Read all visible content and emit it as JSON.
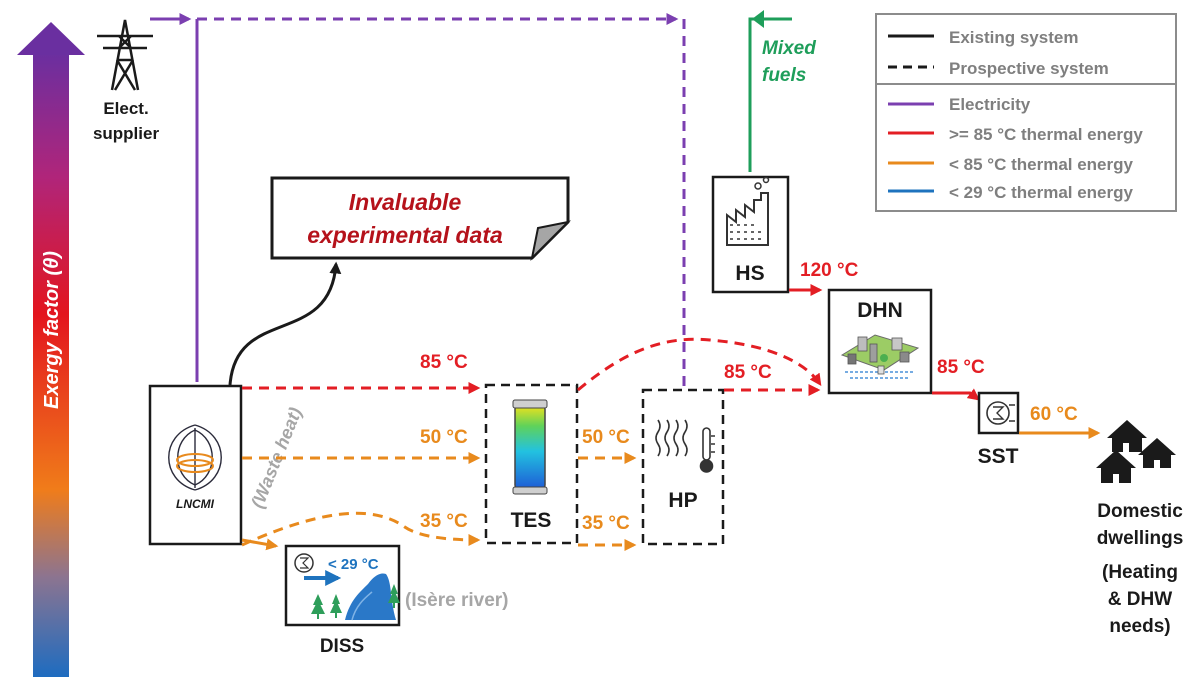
{
  "exergy_axis": {
    "label": "Exergy factor (θ)"
  },
  "supplier": {
    "line1": "Elect.",
    "line2": "supplier"
  },
  "mixed_fuels": {
    "line1": "Mixed",
    "line2": "fuels"
  },
  "note": {
    "line1": "Invaluable",
    "line2": "experimental data"
  },
  "waste_heat": "(Waste heat)",
  "nodes": {
    "lncmi": "LNCMI",
    "tes": "TES",
    "hp": "HP",
    "hs": "HS",
    "dhn": "DHN",
    "sst": "SST",
    "diss": "DISS"
  },
  "diss_temp": "< 29 °C",
  "river": "(Isère river)",
  "temps": {
    "lncmi_tes_85": "85 °C",
    "lncmi_tes_50": "50 °C",
    "lncmi_tes_35": "35 °C",
    "tes_hp_50": "50 °C",
    "tes_hp_35": "35 °C",
    "hp_dhn_85": "85 °C",
    "hs_dhn_120": "120 °C",
    "dhn_sst_85": "85 °C",
    "sst_home_60": "60 °C"
  },
  "dwellings": {
    "line1": "Domestic",
    "line2": "dwellings",
    "line3": "(Heating",
    "line4": "& DHW",
    "line5": "needs)"
  },
  "legend": {
    "existing": "Existing system",
    "prospective": "Prospective system",
    "electricity": "Electricity",
    "ge85": ">= 85 °C thermal energy",
    "lt85": "< 85 °C thermal energy",
    "lt29": "< 29 °C thermal energy"
  },
  "colors": {
    "electricity": "#7b3fb0",
    "hot": "#e31e24",
    "warm": "#e88a1d",
    "cold": "#1e73be",
    "fuel": "#1e9e5a",
    "note_text": "#b5121b",
    "river_text": "#a6a6a6"
  }
}
